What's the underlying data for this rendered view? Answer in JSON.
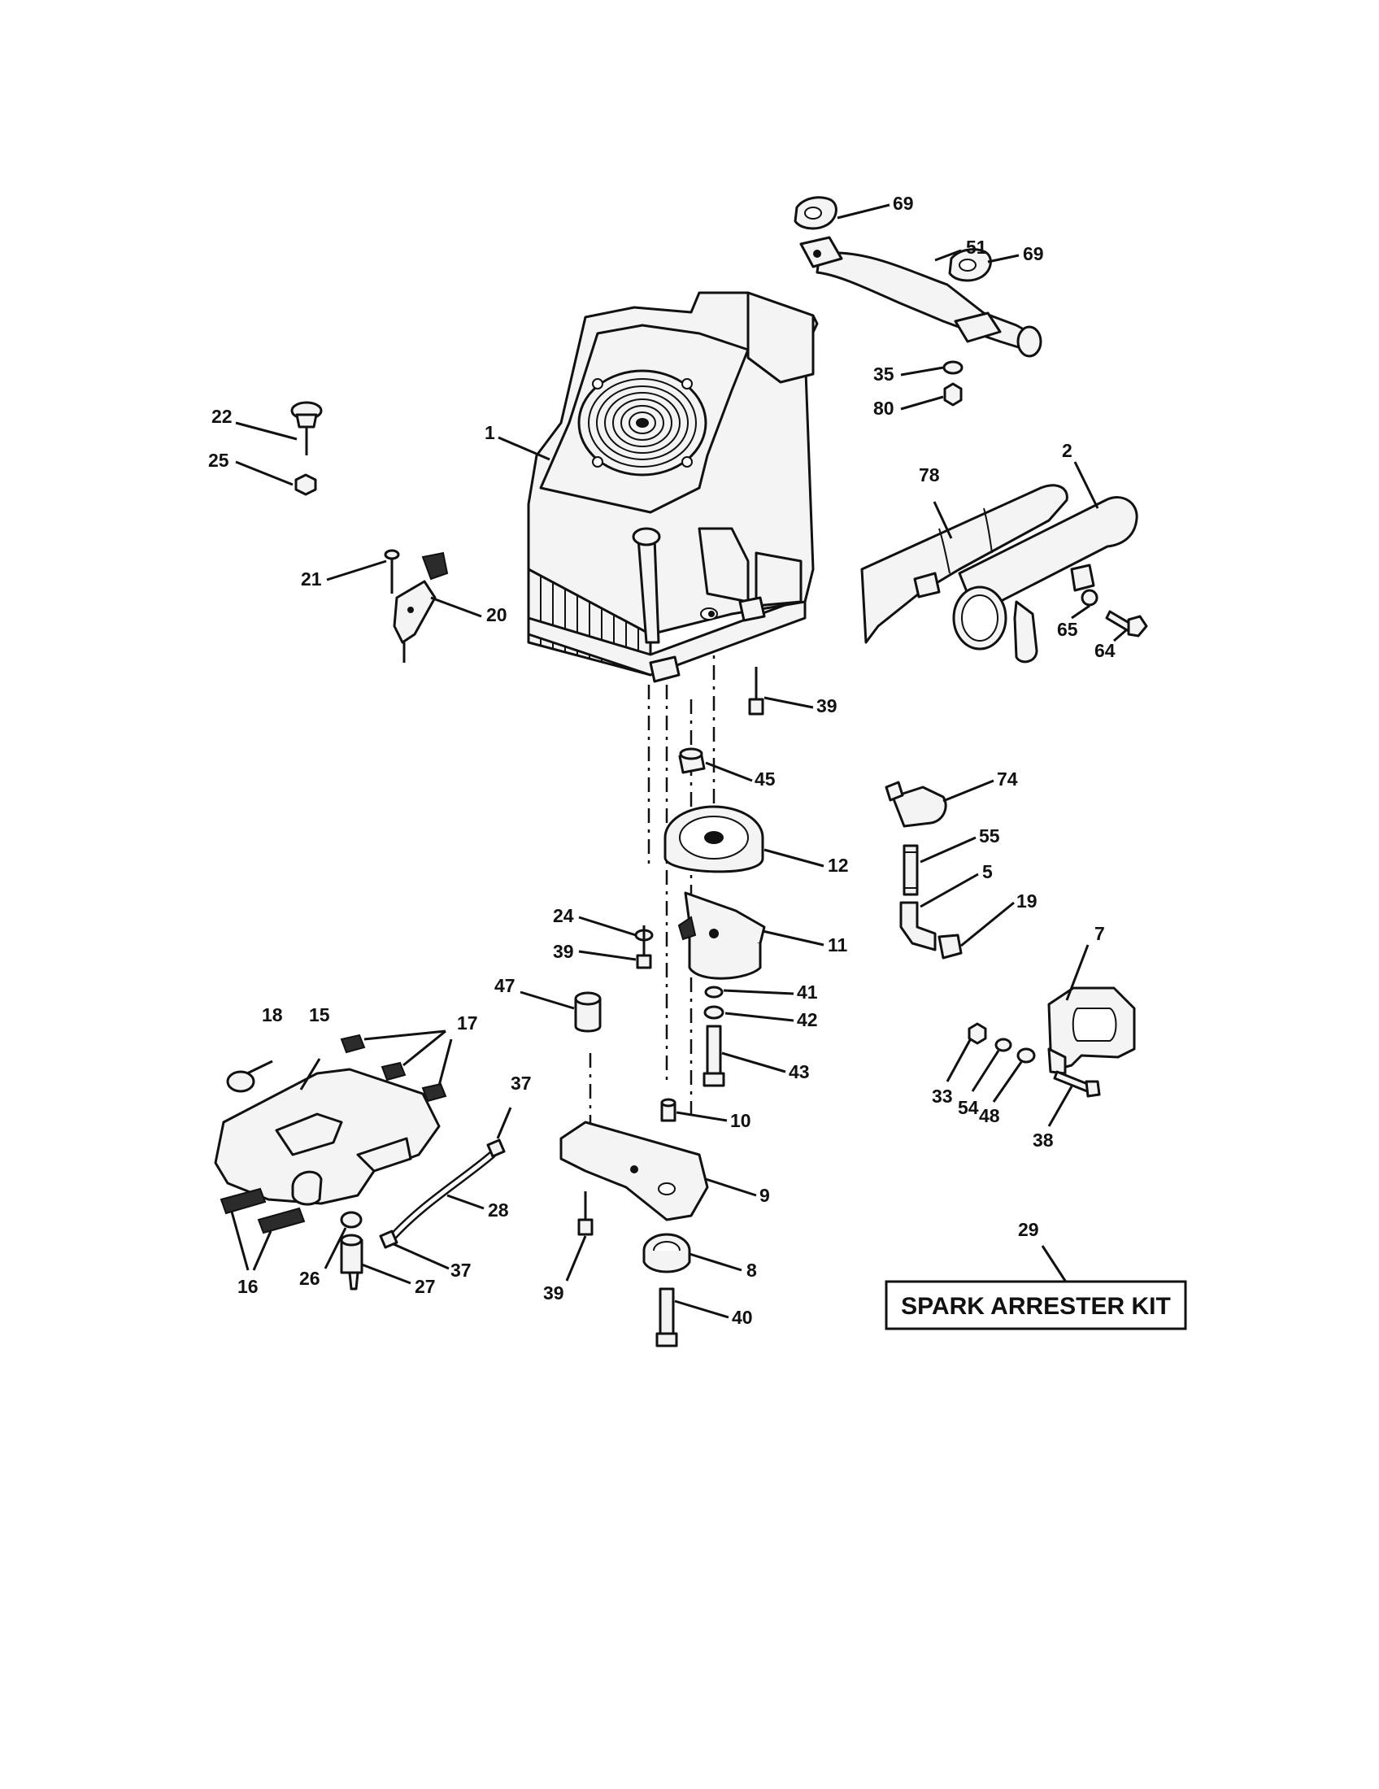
{
  "callouts": {
    "c1": "1",
    "c2": "2",
    "c5": "5",
    "c7": "7",
    "c8": "8",
    "c9": "9",
    "c10": "10",
    "c11": "11",
    "c12": "12",
    "c15": "15",
    "c16": "16",
    "c17": "17",
    "c18": "18",
    "c19": "19",
    "c20": "20",
    "c21": "21",
    "c22": "22",
    "c24": "24",
    "c25": "25",
    "c26": "26",
    "c27": "27",
    "c28": "28",
    "c29": "29",
    "c33": "33",
    "c35": "35",
    "c37a": "37",
    "c37b": "37",
    "c38": "38",
    "c39a": "39",
    "c39b": "39",
    "c39c": "39",
    "c40": "40",
    "c41": "41",
    "c42": "42",
    "c43": "43",
    "c45": "45",
    "c47": "47",
    "c48": "48",
    "c51": "51",
    "c54": "54",
    "c55": "55",
    "c64": "64",
    "c65": "65",
    "c69a": "69",
    "c69b": "69",
    "c74": "74",
    "c78": "78",
    "c80": "80"
  },
  "spark_arrester_label": "SPARK ARRESTER KIT"
}
